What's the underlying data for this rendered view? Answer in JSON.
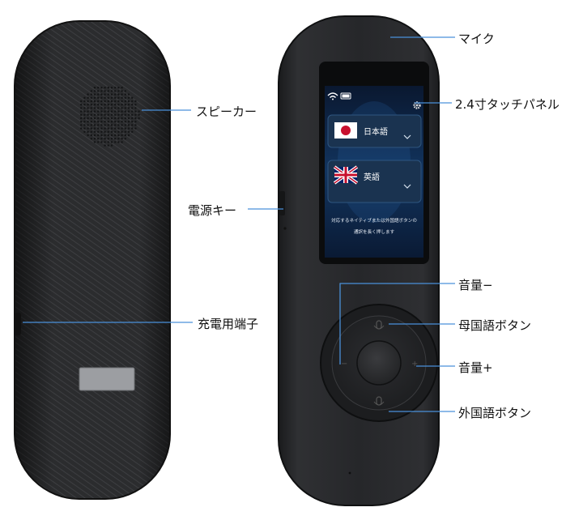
{
  "callouts": {
    "mic": "マイク",
    "speaker": "スピーカー",
    "touch_panel": "2.4寸タッチパネル",
    "power_key": "電源キー",
    "charging_port": "充電用端子",
    "volume_down": "音量−",
    "native_button": "母国語ボタン",
    "volume_up": "音量+",
    "foreign_button": "外国語ボタン"
  },
  "screen": {
    "lang1": "日本語",
    "lang2": "英語",
    "instruction_line1": "対応するネイティブまたは外国語ボタンの",
    "instruction_line2": "通訳を長く押します"
  },
  "colors": {
    "callout_line": "#4a90d9",
    "device_body": "#2a2b2d",
    "screen_bg": "#0c1f3a"
  }
}
